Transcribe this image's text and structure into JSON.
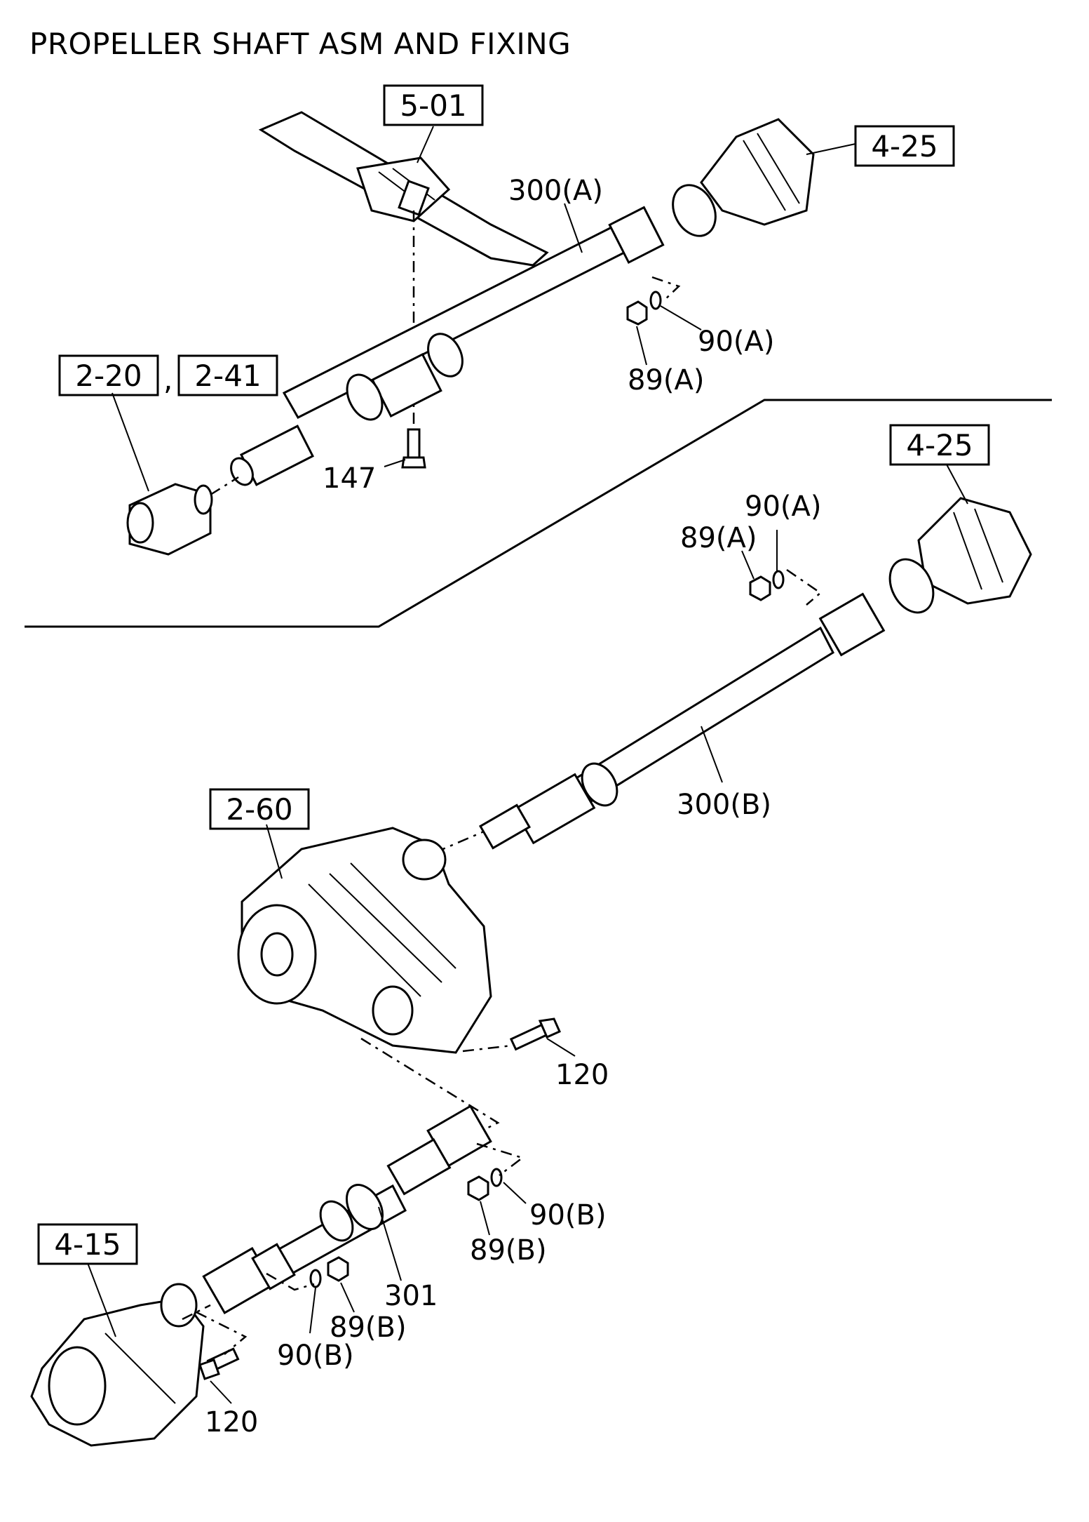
{
  "title": "PROPELLER SHAFT ASM AND FIXING",
  "refs": {
    "r501": "5-01",
    "r425a": "4-25",
    "r220": "2-20",
    "r241": "2-41",
    "r425b": "4-25",
    "r260": "2-60",
    "r415": "4-15",
    "comma": ","
  },
  "labels": {
    "l300a": "300(A)",
    "l90a_1": "90(A)",
    "l89a_1": "89(A)",
    "l147": "147",
    "l90a_2": "90(A)",
    "l89a_2": "89(A)",
    "l300b": "300(B)",
    "l120_1": "120",
    "l90b_1": "90(B)",
    "l89b_1": "89(B)",
    "l301": "301",
    "l89b_2": "89(B)",
    "l90b_2": "90(B)",
    "l120_2": "120"
  }
}
